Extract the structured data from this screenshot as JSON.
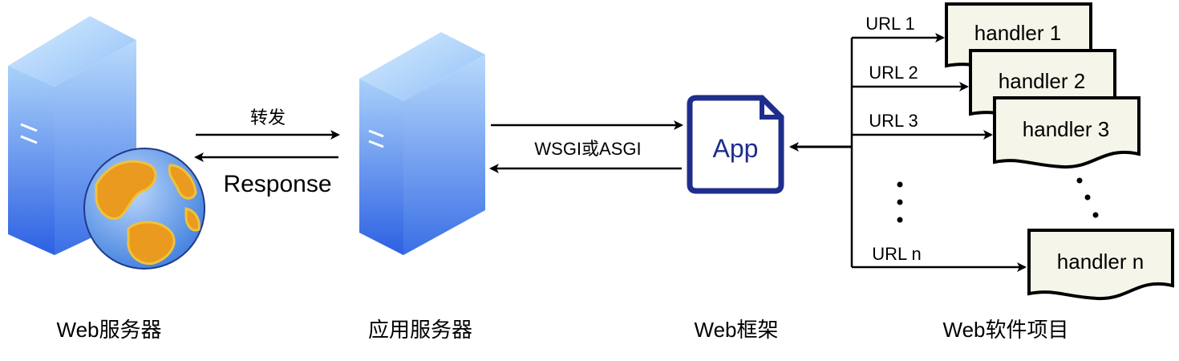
{
  "nodes": {
    "web_server": {
      "caption": "Web服务器"
    },
    "app_server": {
      "caption": "应用服务器"
    },
    "framework": {
      "caption": "Web框架",
      "icon_label": "App"
    },
    "project": {
      "caption": "Web软件项目"
    }
  },
  "edges": {
    "forward_label": "转发",
    "response_label": "Response",
    "wsgi_label": "WSGI或ASGI"
  },
  "routes": [
    {
      "url": "URL 1",
      "handler": "handler 1"
    },
    {
      "url": "URL 2",
      "handler": "handler 2"
    },
    {
      "url": "URL 3",
      "handler": "handler 3"
    },
    {
      "url": "URL n",
      "handler": "handler n"
    }
  ],
  "colors": {
    "server_light": "#9fc9f7",
    "server_dark": "#2a5fe0",
    "app_border": "#1f2d8c",
    "handler_fill": "#f5f5e9",
    "globe_orange": "#e99a1f",
    "globe_blue": "#6ea5ea"
  }
}
